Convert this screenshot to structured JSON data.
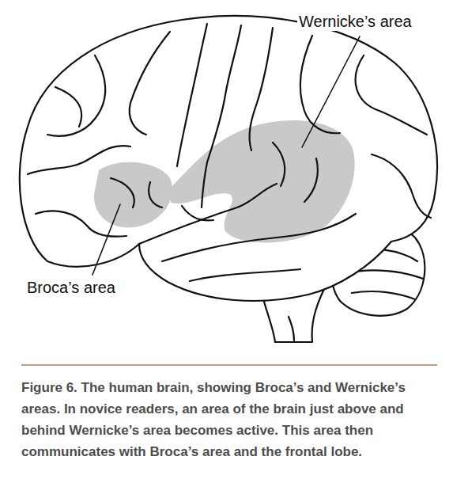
{
  "diagram": {
    "caption": "Figure 6. The human brain, showing Broca’s and Wernicke’s areas. In novice readers, an area of the brain just above and behind Wernicke’s area becomes active. This area then communicates with Broca’s area and the frontal lobe.",
    "labels": [
      "Wernicke’s area",
      "Broca’s area"
    ]
  }
}
